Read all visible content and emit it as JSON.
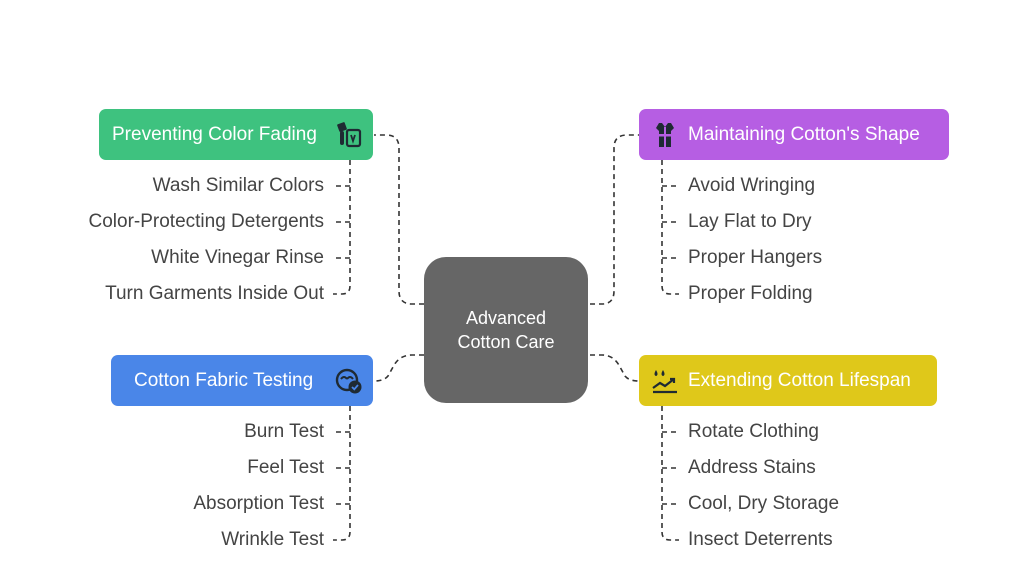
{
  "center": {
    "line1": "Advanced",
    "line2": "Cotton Care"
  },
  "colors": {
    "center": "#666666",
    "color_fading": "#3ec27f",
    "shape": "#b65ee3",
    "testing": "#4a86e8",
    "lifespan": "#dfc81a",
    "connector": "#333333",
    "item_text": "#444444"
  },
  "topics": {
    "color_fading": {
      "label": "Preventing Color Fading",
      "icon": "paint-tools-icon",
      "items": [
        "Wash Similar Colors",
        "Color-Protecting Detergents",
        "White Vinegar Rinse",
        "Turn Garments Inside Out"
      ]
    },
    "shape": {
      "label": "Maintaining Cotton's Shape",
      "icon": "garment-icon",
      "items": [
        "Avoid Wringing",
        "Lay Flat to Dry",
        "Proper Hangers",
        "Proper Folding"
      ]
    },
    "testing": {
      "label": "Cotton Fabric Testing",
      "icon": "inspection-check-icon",
      "items": [
        "Burn Test",
        "Feel Test",
        "Absorption Test",
        "Wrinkle Test"
      ]
    },
    "lifespan": {
      "label": "Extending Cotton Lifespan",
      "icon": "durability-chart-icon",
      "items": [
        "Rotate Clothing",
        "Address Stains",
        "Cool, Dry Storage",
        "Insect Deterrents"
      ]
    }
  }
}
